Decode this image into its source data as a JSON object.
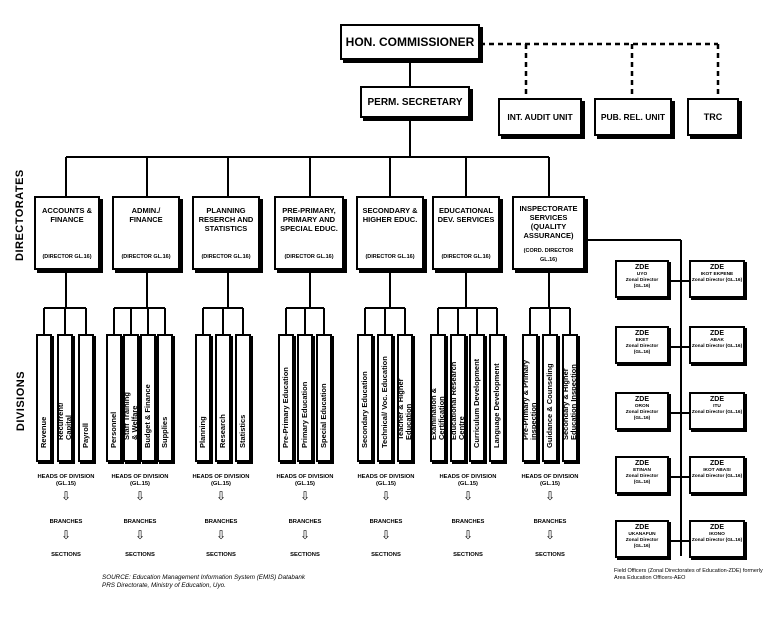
{
  "top": {
    "commissioner": "HON. COMMISSIONER",
    "secretary": "PERM. SECRETARY",
    "audit": "INT. AUDIT UNIT",
    "pubrel": "PUB. REL. UNIT",
    "trc": "TRC"
  },
  "labels": {
    "directorates": "DIRECTORATES",
    "divisions": "DIVISIONS"
  },
  "directorates": [
    {
      "name": "ACCOUNTS &\nFINANCE",
      "grade": "(DIRECTOR GL.16)",
      "divisions": [
        "Revenue",
        "Recurrent/\nCapital",
        "Payroll"
      ]
    },
    {
      "name": "ADMIN./\nFINANCE",
      "grade": "(DIRECTOR GL.16)",
      "divisions": [
        "Personnel",
        "Staff Training\n& Welfare",
        "Budget & Finance",
        "Supplies"
      ]
    },
    {
      "name": "PLANNING\nRESERCH AND\nSTATISTICS",
      "grade": "(DIRECTOR GL.16)",
      "divisions": [
        "Planning",
        "Research",
        "Statistics"
      ]
    },
    {
      "name": "PRE-PRIMARY,\nPRIMARY AND\nSPECIAL EDUC.",
      "grade": "(DIRECTOR GL.16)",
      "divisions": [
        "Pre-Primary Education",
        "Primary Education",
        "Special Education"
      ]
    },
    {
      "name": "SECONDARY &\nHIGHER EDUC.",
      "grade": "(DIRECTOR GL.16)",
      "divisions": [
        "Secondary Education",
        "Technical/ Voc. Education",
        "Teacher & Higher\nEducation"
      ]
    },
    {
      "name": "EDUCATIONAL\nDEV. SERVICES",
      "grade": "(DIRECTOR GL.16)",
      "divisions": [
        "Examination &\nCertification",
        "Educational Research\nCentre",
        "Curriculum Development",
        "Language Development"
      ]
    },
    {
      "name": "INSPECTORATE\nSERVICES\n(QUALITY ASSURANCE)",
      "grade": "(CORD. DIRECTOR\nGL.16)",
      "divisions": [
        "Pre-Primary & Primary\ninspection",
        "Guidance & Counseling",
        "Secondary & Higher\nEducation Inspection"
      ]
    }
  ],
  "levels": {
    "heads": "HEADS OF DIVISION\n(GL.15)",
    "branches": "BRANCHES",
    "sections": "SECTIONS",
    "arrow": "⇩"
  },
  "zde": [
    {
      "title": "ZDE",
      "place": "UYO",
      "role": "Zonal Director (GL.16)"
    },
    {
      "title": "ZDE",
      "place": "IKOT EKPENE",
      "role": "Zonal Director (GL.16)"
    },
    {
      "title": "ZDE",
      "place": "EKET",
      "role": "Zonal Director (GL.16)"
    },
    {
      "title": "ZDE",
      "place": "ABAK",
      "role": "Zonal Director (GL.16)"
    },
    {
      "title": "ZDE",
      "place": "ORON",
      "role": "Zonal Director (GL.16)"
    },
    {
      "title": "ZDE",
      "place": "ITU",
      "role": "Zonal Director (GL.16)"
    },
    {
      "title": "ZDE",
      "place": "ETINAN",
      "role": "Zonal Director (GL.16)"
    },
    {
      "title": "ZDE",
      "place": "IKOT ABASI",
      "role": "Zonal Director (GL.16)"
    },
    {
      "title": "ZDE",
      "place": "UKANAFUN",
      "role": "Zonal Director (GL.16)"
    },
    {
      "title": "ZDE",
      "place": "IKONO",
      "role": "Zonal Director (GL.16)"
    }
  ],
  "footnote": "Field Officers (Zonal Directorates of Education-ZDE) formerly\nArea Education Officers-AEO",
  "source": "SOURCE: Education Management Information System (EMIS) Databank\nPRS Directorate, Ministry of Education, Uyo."
}
